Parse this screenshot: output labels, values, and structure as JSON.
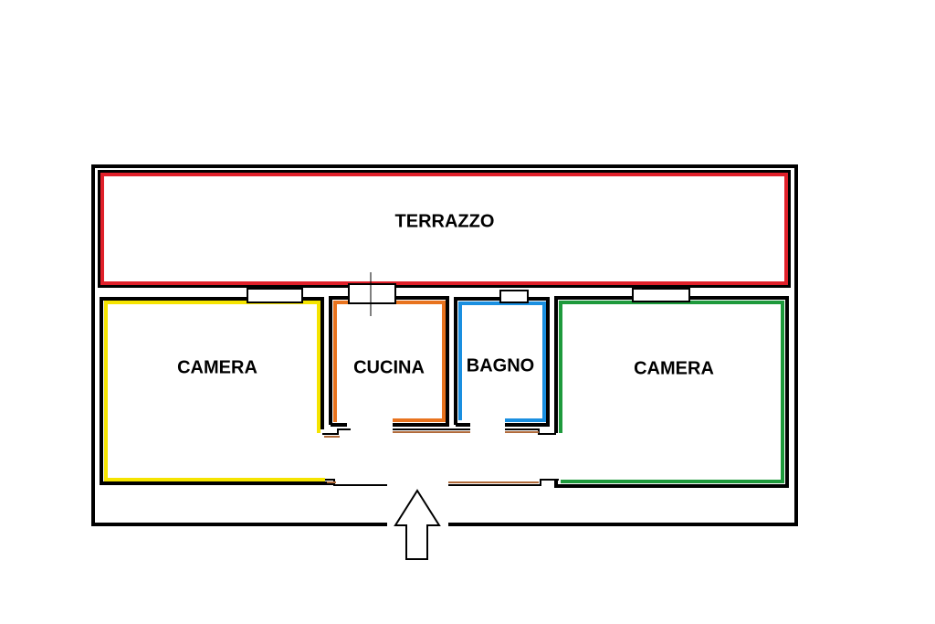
{
  "rooms": {
    "terrazzo": {
      "label": "TERRAZZO",
      "color": "#e0202a"
    },
    "camera_left": {
      "label": "CAMERA",
      "color": "#f5e400"
    },
    "cucina": {
      "label": "CUCINA",
      "color": "#e8731e"
    },
    "bagno": {
      "label": "BAGNO",
      "color": "#1a8fe0"
    },
    "camera_right": {
      "label": "CAMERA",
      "color": "#1e9a3c"
    }
  },
  "colors": {
    "wall": "#000000",
    "corridor_trim": "#b06a3a",
    "background": "#ffffff"
  },
  "entrance": {
    "icon": "entrance-arrow-icon"
  }
}
